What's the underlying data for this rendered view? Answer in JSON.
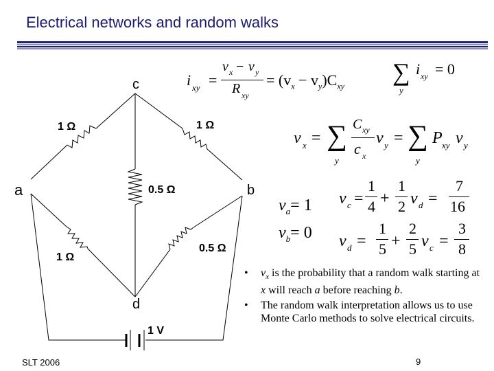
{
  "title": "Electrical networks and random walks",
  "colors": {
    "title": "#1a1a6e",
    "rule_dark": "#1f1f7a",
    "rule_light": "#8e8ec2"
  },
  "circuit": {
    "nodes": {
      "c": "c",
      "a": "a",
      "b": "b",
      "d": "d"
    },
    "resistors": {
      "ca": "1 Ω",
      "cb": "1 Ω",
      "cd": "0.5 Ω",
      "ad": "1 Ω",
      "db": "0.5 Ω"
    },
    "battery": "1 V"
  },
  "equations": {
    "current": {
      "lhs": "i",
      "lhs_sub": "xy",
      "eq": "=",
      "num": "v",
      "num_sub1": "x",
      "minus": "−",
      "num_v2": "v",
      "num_sub2": "y",
      "den": "R",
      "den_sub": "xy",
      "rhs": "= (v",
      "rhs_sub1": "x",
      "rhs_mid": " − v",
      "rhs_sub2": "y",
      "rhs_end": ")C",
      "rhs_sub3": "xy"
    },
    "kirchhoff": {
      "sum": "∑",
      "sum_under": "y",
      "i": "i",
      "i_sub": "xy",
      "eq": "= 0"
    },
    "potential": {
      "lhs": "v",
      "lhs_sub": "x",
      "eq": "=",
      "sum": "∑",
      "sum_under": "y",
      "num": "C",
      "num_sub": "xy",
      "den": "c",
      "den_sub": "x",
      "v": "v",
      "v_sub": "y",
      "eq2": "=",
      "sum2": "∑",
      "sum2_under": "y",
      "P": "P",
      "P_sub": "xy",
      "v2": "v",
      "v2_sub": "y"
    },
    "va": {
      "v": "v",
      "sub": "a",
      "rhs": "= 1"
    },
    "vb": {
      "v": "v",
      "sub": "b",
      "rhs": "= 0"
    },
    "vc": {
      "v": "v",
      "sub": "c",
      "eq": "=",
      "f1n": "1",
      "f1d": "4",
      "plus": "+",
      "f2n": "1",
      "f2d": "2",
      "vsub": "d",
      "eq2": "=",
      "f3n": "7",
      "f3d": "16"
    },
    "vd": {
      "v": "v",
      "sub": "d",
      "eq": "=",
      "f1n": "1",
      "f1d": "5",
      "plus": "+",
      "f2n": "2",
      "f2d": "5",
      "v2": "v",
      "vsub": "c",
      "eq2": "=",
      "f3n": "3",
      "f3d": "8"
    }
  },
  "bullets": [
    {
      "dot": "•",
      "var": "v",
      "var_sub": "x",
      "t1": " is the probability that a random walk starting at ",
      "x": "x",
      "t2": " will reach ",
      "a": "a",
      "t3": " before reaching ",
      "b": "b",
      "t4": "."
    },
    {
      "dot": "•",
      "text": "The random walk interpretation allows us to use Monte Carlo methods to solve electrical circuits."
    }
  ],
  "footer": {
    "left": "SLT 2006",
    "page": "9"
  }
}
